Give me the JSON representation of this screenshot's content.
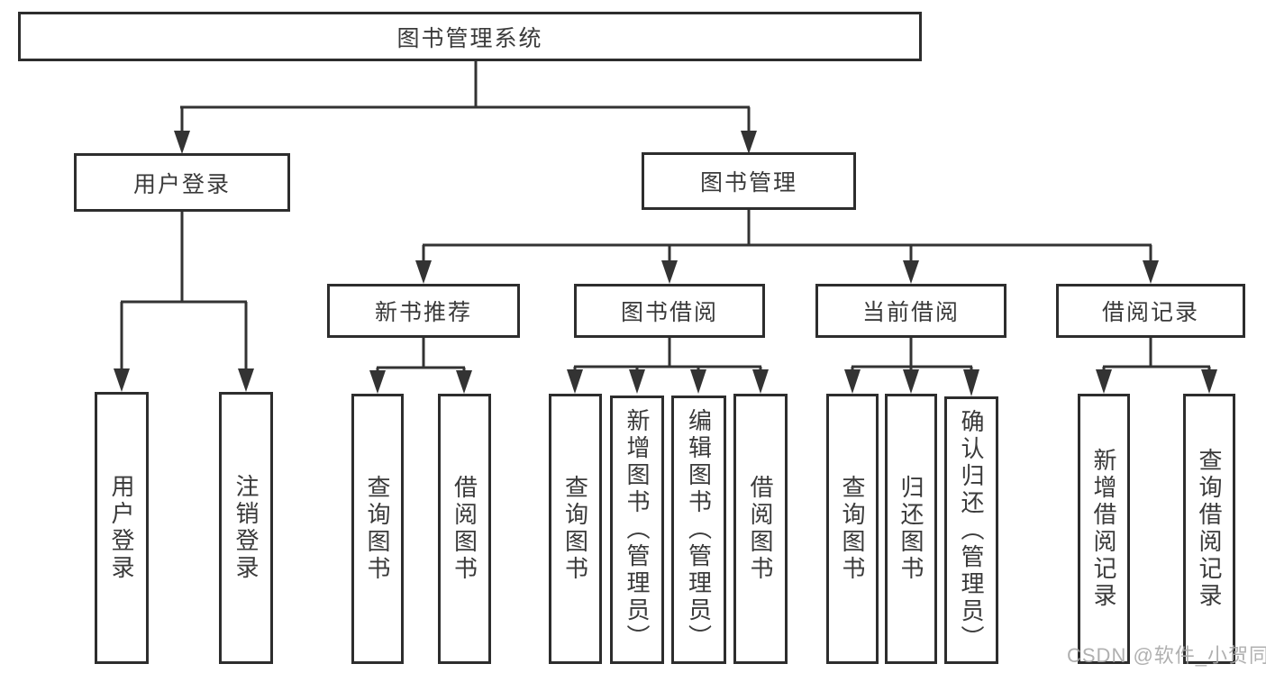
{
  "diagram": {
    "watermark": "CSDN @软件_小贺同学",
    "colors": {
      "line": "#333333",
      "border": "#2d2d2d",
      "text": "#3a3a3a",
      "wm": "#a8a8a8",
      "bg": "#ffffff"
    },
    "tree": {
      "label": "图书管理系统",
      "children": [
        {
          "label": "用户登录",
          "children": [
            {
              "label": "用户登录"
            },
            {
              "label": "注销登录"
            }
          ]
        },
        {
          "label": "图书管理",
          "children": [
            {
              "label": "新书推荐",
              "children": [
                {
                  "label": "查询图书"
                },
                {
                  "label": "借阅图书"
                }
              ]
            },
            {
              "label": "图书借阅",
              "children": [
                {
                  "label": "查询图书"
                },
                {
                  "label": "新增图书（管理员）"
                },
                {
                  "label": "编辑图书（管理员）"
                },
                {
                  "label": "借阅图书"
                }
              ]
            },
            {
              "label": "当前借阅",
              "children": [
                {
                  "label": "查询图书"
                },
                {
                  "label": "归还图书"
                },
                {
                  "label": "确认归还（管理员）"
                }
              ]
            },
            {
              "label": "借阅记录",
              "children": [
                {
                  "label": "新增借阅记录"
                },
                {
                  "label": "查询借阅记录"
                }
              ]
            }
          ]
        }
      ]
    }
  }
}
